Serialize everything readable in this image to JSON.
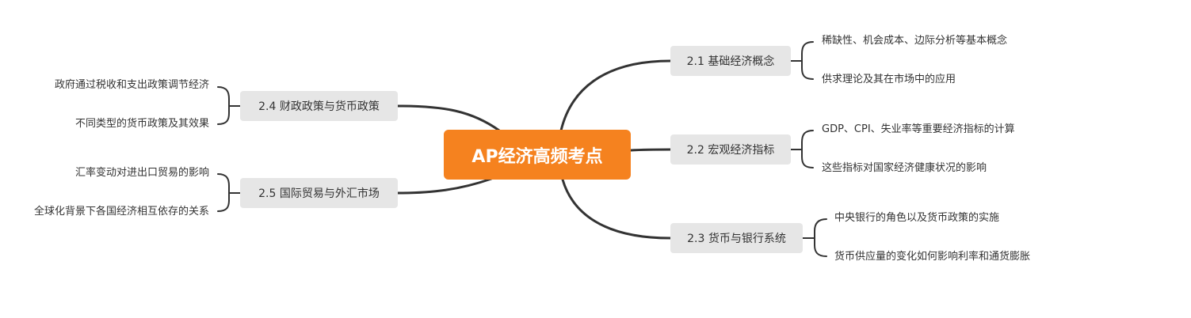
{
  "root": {
    "label": "AP经济高频考点"
  },
  "colors": {
    "root_fill": "#f5821f",
    "branch_fill": "#e6e6e6",
    "line": "#333333",
    "text": "#333333"
  },
  "branches": [
    {
      "label": "2.1 基础经济概念",
      "leaves": [
        "稀缺性、机会成本、边际分析等基本概念",
        "供求理论及其在市场中的应用"
      ]
    },
    {
      "label": "2.2 宏观经济指标",
      "leaves": [
        "GDP、CPI、失业率等重要经济指标的计算",
        "这些指标对国家经济健康状况的影响"
      ]
    },
    {
      "label": "2.3 货币与银行系统",
      "leaves": [
        "中央银行的角色以及货币政策的实施",
        "货币供应量的变化如何影响利率和通货膨胀"
      ]
    },
    {
      "label": "2.4 财政政策与货币政策",
      "leaves": [
        "政府通过税收和支出政策调节经济",
        "不同类型的货币政策及其效果"
      ]
    },
    {
      "label": "2.5 国际贸易与外汇市场",
      "leaves": [
        "汇率变动对进出口贸易的影响",
        "全球化背景下各国经济相互依存的关系"
      ]
    }
  ]
}
